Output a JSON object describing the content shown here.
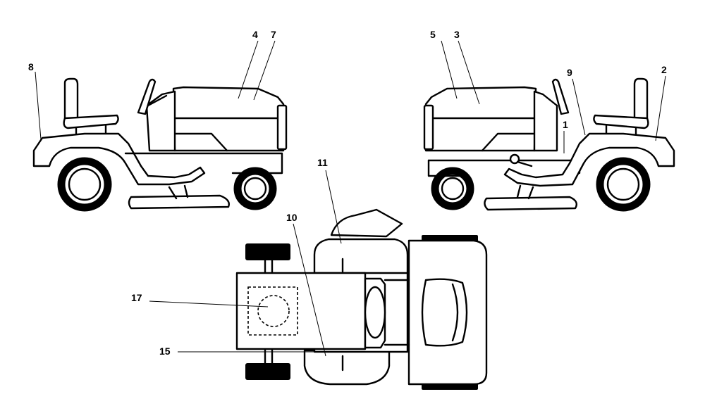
{
  "callouts": {
    "c1": "1",
    "c2": "2",
    "c3": "3",
    "c4": "4",
    "c5": "5",
    "c7": "7",
    "c8": "8",
    "c9": "9",
    "c10": "10",
    "c11": "11",
    "c15": "15",
    "c17": "17"
  }
}
